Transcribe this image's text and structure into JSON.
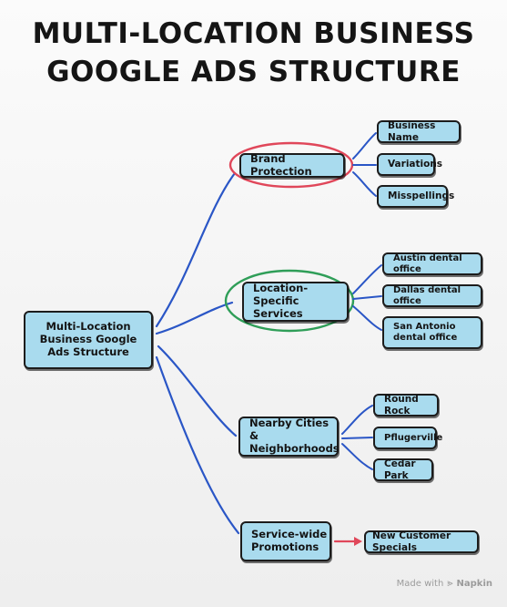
{
  "diagram": {
    "title_line1": "Multi-Location Business",
    "title_line2": "Google Ads Structure",
    "root": "Multi-Location Business Google Ads Structure",
    "branches": [
      {
        "label": "Brand Protection",
        "highlight": "#e0475a",
        "children": [
          "Business Name",
          "Variations",
          "Misspellings"
        ]
      },
      {
        "label": "Location-Specific Services",
        "highlight": "#2f9e58",
        "children": [
          "Austin dental office",
          "Dallas dental office",
          "San Antonio dental office"
        ]
      },
      {
        "label": "Nearby Cities & Neighborhoods",
        "children": [
          "Round Rock",
          "Pflugerville",
          "Cedar Park"
        ]
      },
      {
        "label": "Service-wide Promotions",
        "arrow_color": "#e0475a",
        "children": [
          "New Customer Specials"
        ]
      }
    ]
  },
  "footer": {
    "made_with": "Made with",
    "brand": "Napkin",
    "logo_icon": "napkin-logo-icon"
  },
  "colors": {
    "node_fill": "#a9dbee",
    "connector": "#2a56c6",
    "outline": "#1c1c1c"
  }
}
